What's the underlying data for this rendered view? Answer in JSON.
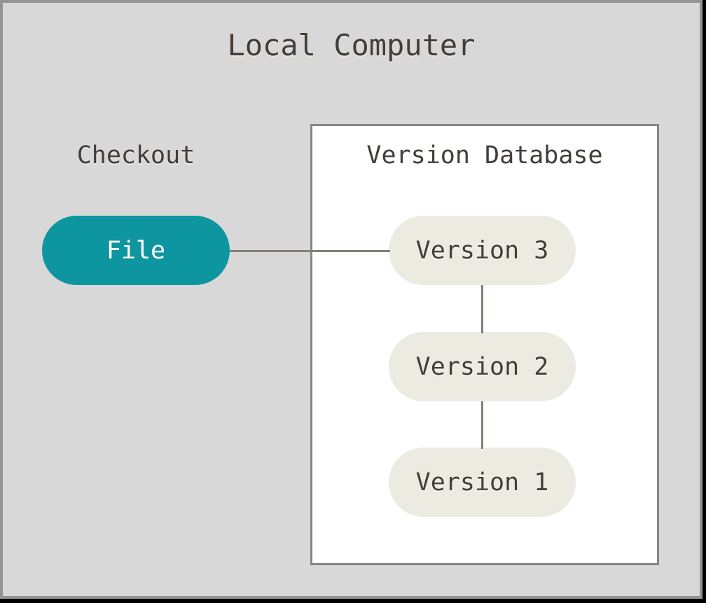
{
  "diagram": {
    "title": "Local Computer",
    "checkout": {
      "label": "Checkout"
    },
    "file_node": {
      "label": "File"
    },
    "version_database": {
      "title": "Version Database",
      "nodes": [
        "Version 3",
        "Version 2",
        "Version 1"
      ]
    },
    "edges": [
      {
        "from": "File",
        "to": "Version 3"
      },
      {
        "from": "Version 3",
        "to": "Version 2"
      },
      {
        "from": "Version 2",
        "to": "Version 1"
      }
    ]
  },
  "colors": {
    "teal": "#0E96A0",
    "pill_bg": "#ECEBE2",
    "text": "#443E38",
    "file_text": "#FFFFFF",
    "connector": "#867F77",
    "canvas_bg": "#D8D8D8",
    "frame_border": "#949494",
    "box_border": "#868686"
  }
}
